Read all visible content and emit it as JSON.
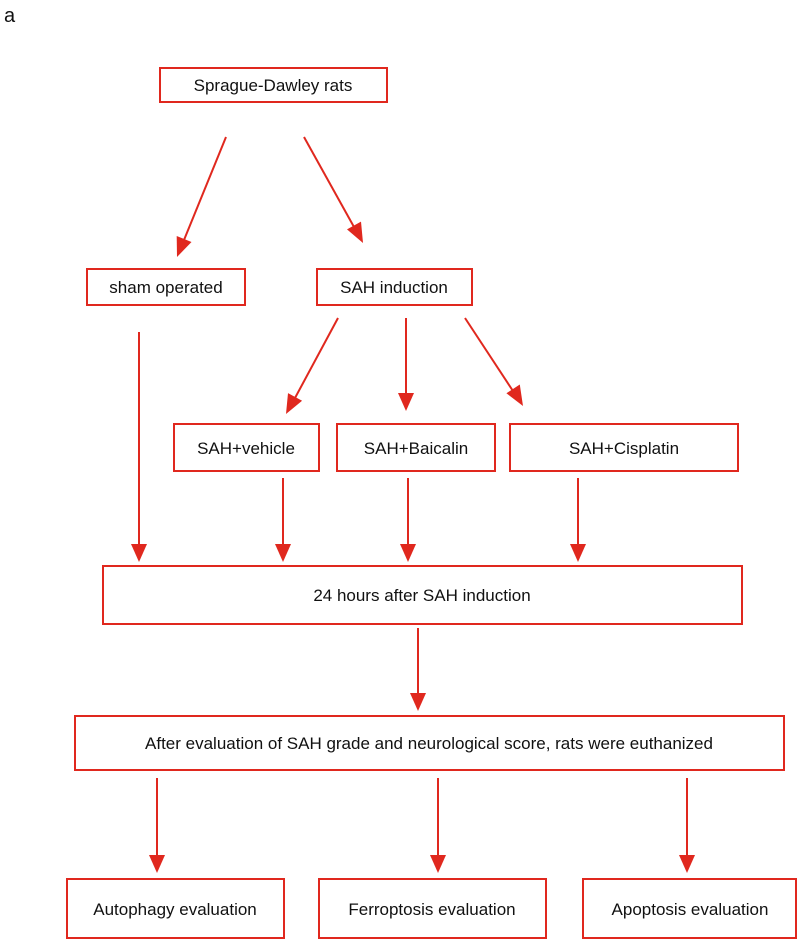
{
  "panel_label": "a",
  "colors": {
    "accent": "#e0281e",
    "text": "#111111",
    "background": "#ffffff"
  },
  "nodes": {
    "rats": "Sprague-Dawley rats",
    "sham": "sham operated",
    "sah_induction": "SAH induction",
    "vehicle": "SAH+vehicle",
    "baicalin": "SAH+Baicalin",
    "cisplatin": "SAH+Cisplatin",
    "hours24": "24 hours after SAH induction",
    "evaluation": "After evaluation of SAH grade and neurological score, rats were euthanized",
    "autophagy": "Autophagy evaluation",
    "ferroptosis": "Ferroptosis evaluation",
    "apoptosis": "Apoptosis evaluation"
  },
  "edges": [
    {
      "from": "rats",
      "to": "sham"
    },
    {
      "from": "rats",
      "to": "sah_induction"
    },
    {
      "from": "sah_induction",
      "to": "vehicle"
    },
    {
      "from": "sah_induction",
      "to": "baicalin"
    },
    {
      "from": "sah_induction",
      "to": "cisplatin"
    },
    {
      "from": "sham",
      "to": "hours24"
    },
    {
      "from": "vehicle",
      "to": "hours24"
    },
    {
      "from": "baicalin",
      "to": "hours24"
    },
    {
      "from": "cisplatin",
      "to": "hours24"
    },
    {
      "from": "hours24",
      "to": "evaluation"
    },
    {
      "from": "evaluation",
      "to": "autophagy"
    },
    {
      "from": "evaluation",
      "to": "ferroptosis"
    },
    {
      "from": "evaluation",
      "to": "apoptosis"
    }
  ]
}
